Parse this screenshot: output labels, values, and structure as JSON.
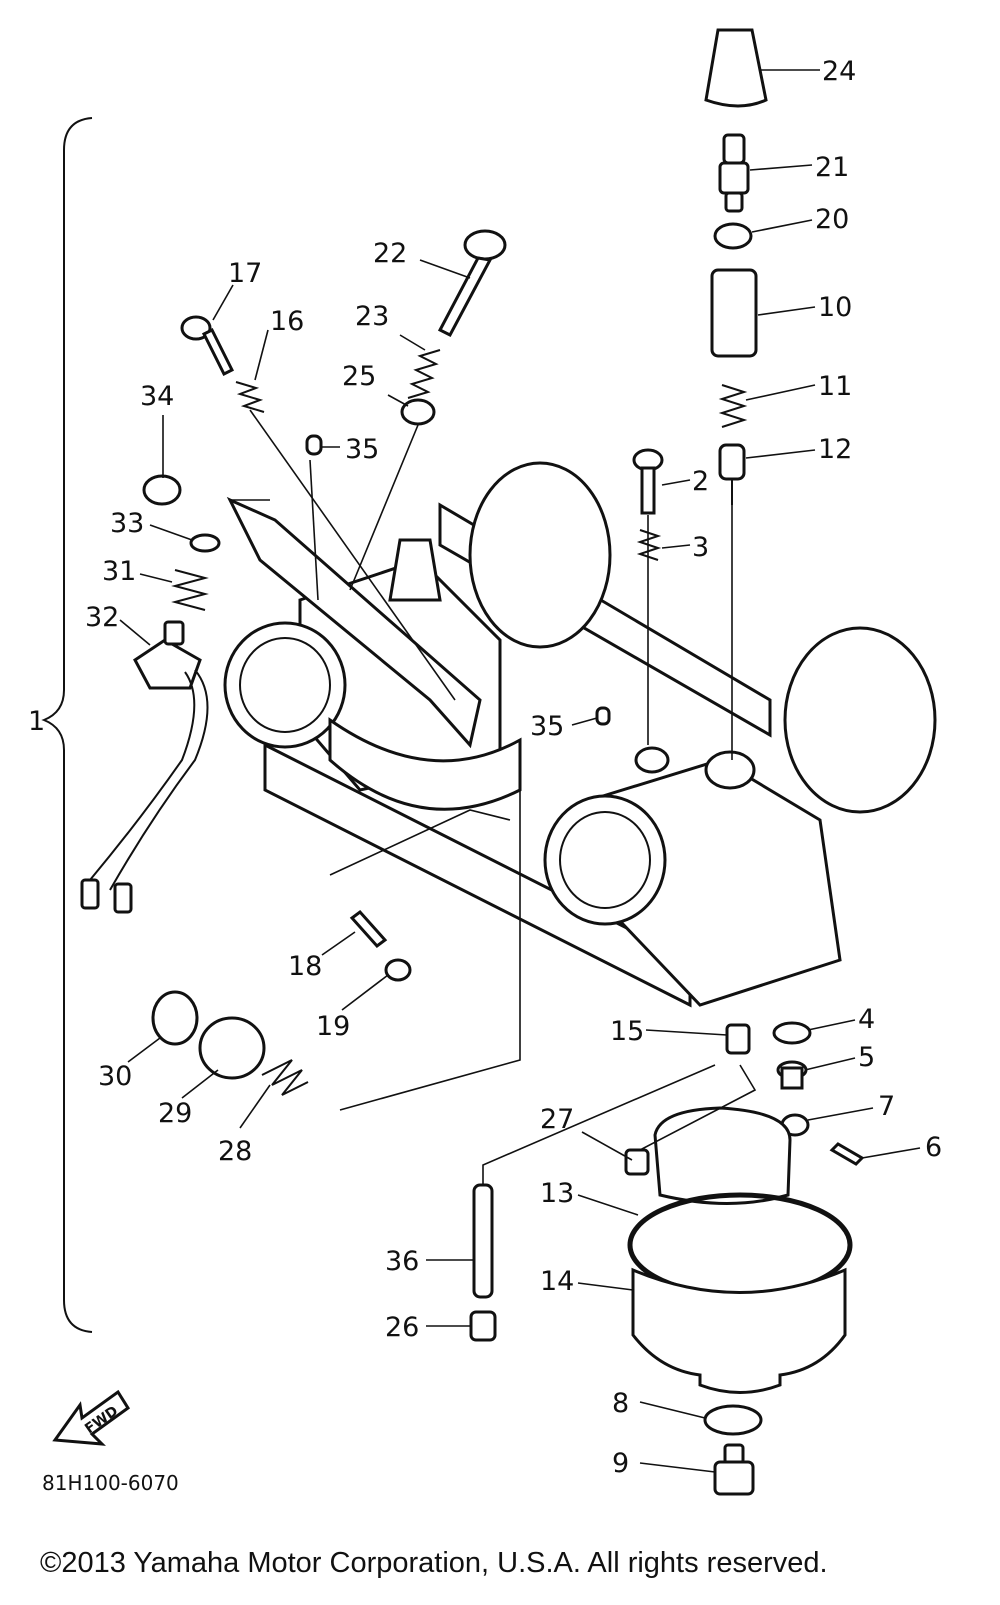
{
  "diagram": {
    "part_numbers": [
      "1",
      "2",
      "3",
      "4",
      "5",
      "6",
      "7",
      "8",
      "9",
      "10",
      "11",
      "12",
      "13",
      "14",
      "15",
      "16",
      "17",
      "18",
      "19",
      "20",
      "21",
      "22",
      "23",
      "24",
      "25",
      "26",
      "27",
      "28",
      "29",
      "30",
      "31",
      "32",
      "33",
      "34",
      "35",
      "35",
      "36"
    ],
    "fwd_label": "FWD",
    "diagram_code": "81H100-6070",
    "copyright": "©2013 Yamaha Motor Corporation, U.S.A. All rights reserved."
  }
}
